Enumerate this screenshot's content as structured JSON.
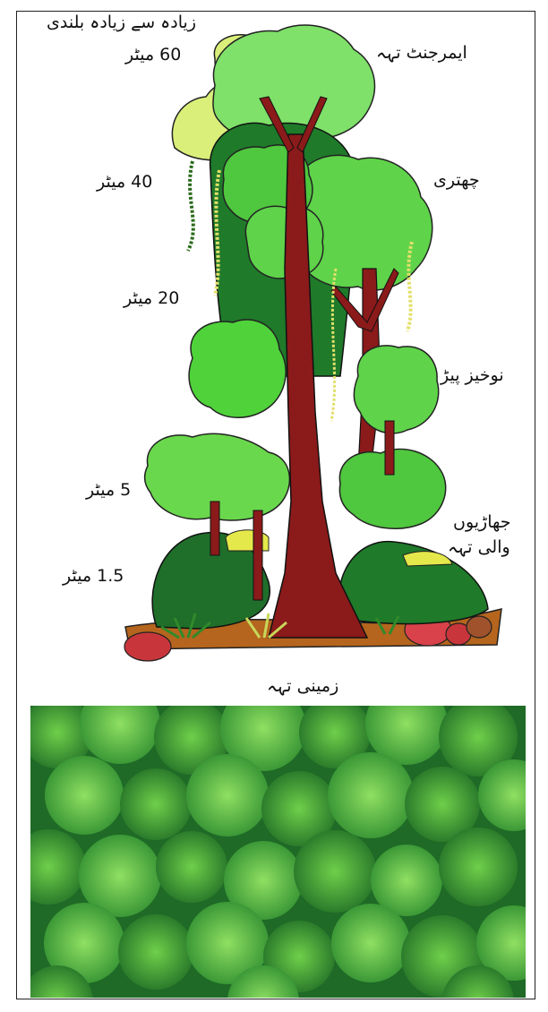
{
  "labels": {
    "max_height": "زیادہ سے زیادہ بلندی",
    "emergent_layer": "ایمرجنٹ تہہ",
    "canopy": "چھتری",
    "understory": "نوخیز پیڑ",
    "shrub_layer_line1": "جھاڑیوں",
    "shrub_layer_line2": "والی تہہ",
    "ground_layer": "زمینی تہہ"
  },
  "heights": {
    "h60": "60 میٹر",
    "h40": "40 میٹر",
    "h20": "20 میٹر",
    "h5": "5 میٹر",
    "h1_5": "1.5 میٹر"
  },
  "colors": {
    "trunk": "#8b1a1a",
    "light_leaf": "#7fe06a",
    "mid_leaf": "#3fbf3a",
    "dark_leaf": "#1f7a2a",
    "pale_leaf": "#d9ef7a",
    "soil": "#b5651d"
  }
}
